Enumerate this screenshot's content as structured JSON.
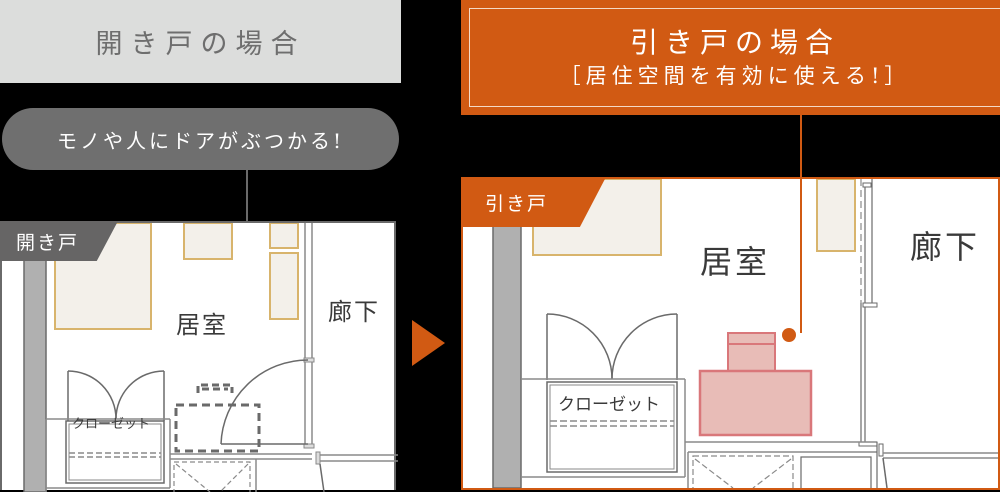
{
  "colors": {
    "accent": "#d15a13",
    "gray_dark": "#6f6f6f",
    "gray_light": "#dcdddc",
    "furniture_fill": "#f3f0ea",
    "furniture_stroke": "#d8b46c",
    "highlight_fill": "#e8bcb7",
    "highlight_stroke": "#d9777a",
    "wall": "#b0b0b0"
  },
  "left": {
    "title": "開き戸の場合",
    "callout": "モノや人にドアがぶつかる!",
    "tag": "開き戸",
    "rooms": {
      "living": "居室",
      "corridor": "廊下",
      "closet": "クローゼット"
    }
  },
  "right": {
    "title": "引き戸の場合",
    "subtitle": "［居住空間を有効に使える!］",
    "tag": "引き戸",
    "rooms": {
      "living": "居室",
      "corridor": "廊下",
      "closet": "クローゼット"
    }
  },
  "arrow": {
    "direction": "right",
    "icon": "triangle-arrow-icon"
  }
}
